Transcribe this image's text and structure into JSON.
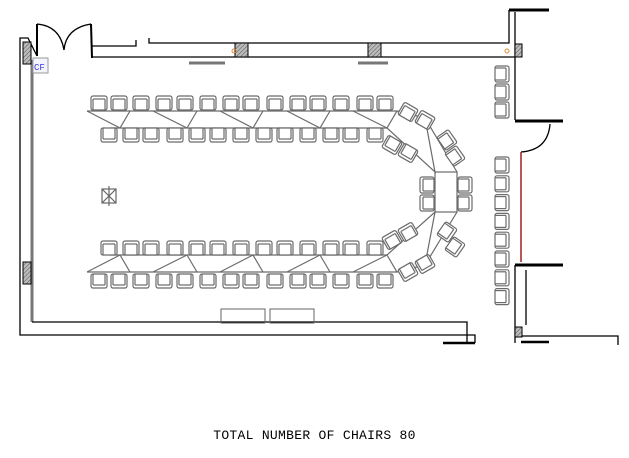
{
  "plan": {
    "caption": "TOTAL NUMBER OF CHAIRS 80",
    "labels": {
      "fire_point": "CF"
    },
    "total_chairs": 80
  },
  "colors": {
    "wall": "#000000",
    "furniture": "#6b6b6b",
    "column_hatch": "#8a8a8a",
    "outlet": "#e08a3a",
    "glass_door": "#a02020",
    "label": "#3a3ae0"
  }
}
